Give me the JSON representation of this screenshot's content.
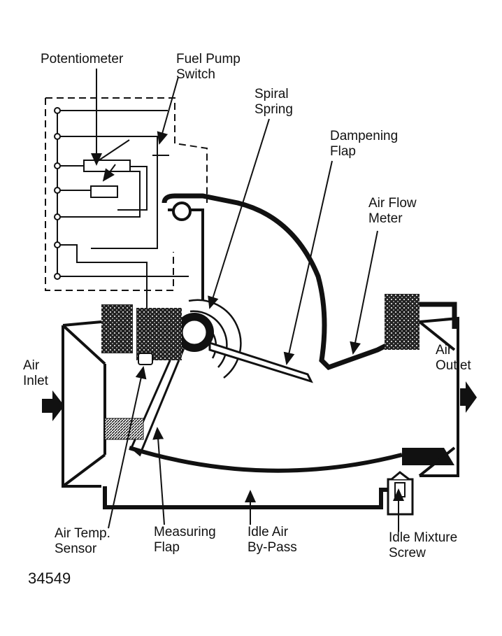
{
  "labels": {
    "potentiometer": "Potentiometer",
    "fuel_pump_switch": "Fuel Pump\nSwitch",
    "spiral_spring": "Spiral\nSpring",
    "dampening_flap": "Dampening\nFlap",
    "air_flow_meter": "Air Flow\nMeter",
    "air_inlet": "Air\nInlet",
    "air_outlet": "Air\nOutlet",
    "air_temp_sensor": "Air Temp.\nSensor",
    "measuring_flap": "Measuring\nFlap",
    "idle_air_bypass": "Idle Air\nBy-Pass",
    "idle_mixture_screw": "Idle Mixture\nScrew"
  },
  "figure_number": "34549",
  "colors": {
    "ink": "#111111",
    "paper": "#ffffff"
  }
}
